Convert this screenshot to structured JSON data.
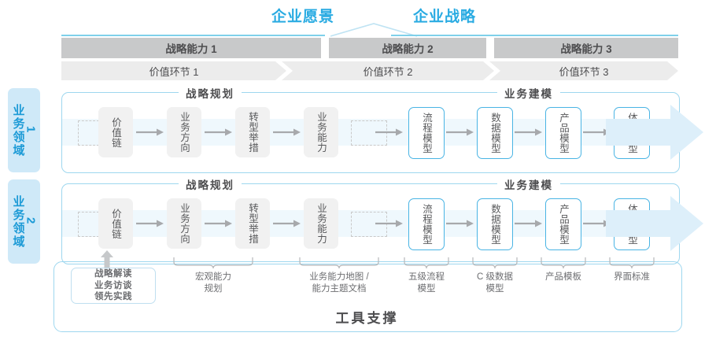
{
  "header": {
    "vision": "企业愿景",
    "strategy": "企业战略"
  },
  "capability_bands": [
    {
      "label": "战略能力 1"
    },
    {
      "label": "战略能力 2"
    },
    {
      "label": "战略能力 3"
    }
  ],
  "value_chains": [
    {
      "label": "价值环节 1"
    },
    {
      "label": "价值环节 2"
    },
    {
      "label": "价值环节 3"
    }
  ],
  "domains": [
    {
      "name": "业务领域",
      "num": "1"
    },
    {
      "name": "业务领域",
      "num": "2"
    }
  ],
  "sections": {
    "planning": "战略规划",
    "modeling": "业务建模"
  },
  "flow_nodes": [
    {
      "label": "价值链",
      "style": "gray"
    },
    {
      "label": "业务方向",
      "style": "gray"
    },
    {
      "label": "转型举措",
      "style": "gray"
    },
    {
      "label": "业务能力",
      "style": "gray"
    },
    {
      "label": "流程模型",
      "style": "blue"
    },
    {
      "label": "数据模型",
      "style": "blue"
    },
    {
      "label": "产品模型",
      "style": "blue"
    },
    {
      "label": "体验模型",
      "style": "blue"
    }
  ],
  "tools": [
    {
      "label": "战略解读\n业务访谈\n领先实践"
    },
    {
      "label": "宏观能力\n规划"
    },
    {
      "label": "业务能力地图 /\n能力主题文档"
    },
    {
      "label": "五级流程\n模型"
    },
    {
      "label": "C 级数据\n模型"
    },
    {
      "label": "产品模板"
    },
    {
      "label": "界面标准"
    }
  ],
  "support": {
    "title": "工具支撑"
  },
  "colors": {
    "accent_blue": "#29ABE2",
    "light_blue": "#cfe9f8",
    "band_gray": "#c8c9ca",
    "chevron_gray": "#ececec",
    "node_gray": "#f1f1f1",
    "border_blue": "#9ed7ef",
    "text_gray": "#58595b"
  }
}
